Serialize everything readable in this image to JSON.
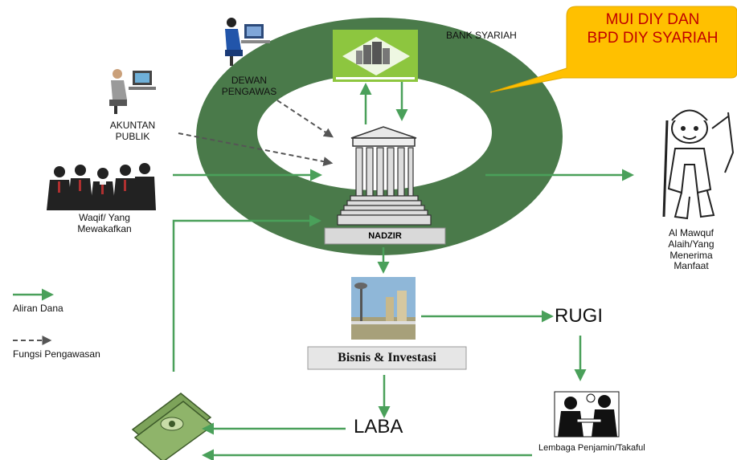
{
  "callout": {
    "line1": "MUI DIY DAN",
    "line2": "BPD DIY SYARIAH"
  },
  "labels": {
    "bank_syariah": "BANK SYARIAH",
    "dewan_pengawas_1": "DEWAN",
    "dewan_pengawas_2": "PENGAWAS",
    "akuntan_1": "AKUNTAN",
    "akuntan_2": "PUBLIK",
    "waqif_1": "Waqif/ Yang",
    "waqif_2": "Mewakafkan",
    "nadzir": "NADZIR",
    "mawquf_1": "Al Mawquf",
    "mawquf_2": "Alaih/Yang",
    "mawquf_3": "Menerima",
    "mawquf_4": "Manfaat",
    "bisnis": "Bisnis & Investasi",
    "rugi": "RUGI",
    "laba": "LABA",
    "lembaga": "Lembaga Penjamin/Takaful"
  },
  "legend": {
    "aliran_dana": "Aliran Dana",
    "fungsi_pengawasan": "Fungsi Pengawasan"
  },
  "colors": {
    "ring": "#4a7a4a",
    "arrow": "#4aa05a",
    "callout_fill": "#ffc000",
    "callout_text": "#c00000",
    "bank_tile": "#8dc63f",
    "nadzir_box": "#d9d9d9"
  },
  "icons": [
    "office-worker-icon",
    "accountant-icon",
    "people-group-icon",
    "bank-building-icon",
    "nadzir-building-icon",
    "cartoon-man-icon",
    "city-photo-icon",
    "money-stack-icon",
    "staff-meeting-icon"
  ]
}
